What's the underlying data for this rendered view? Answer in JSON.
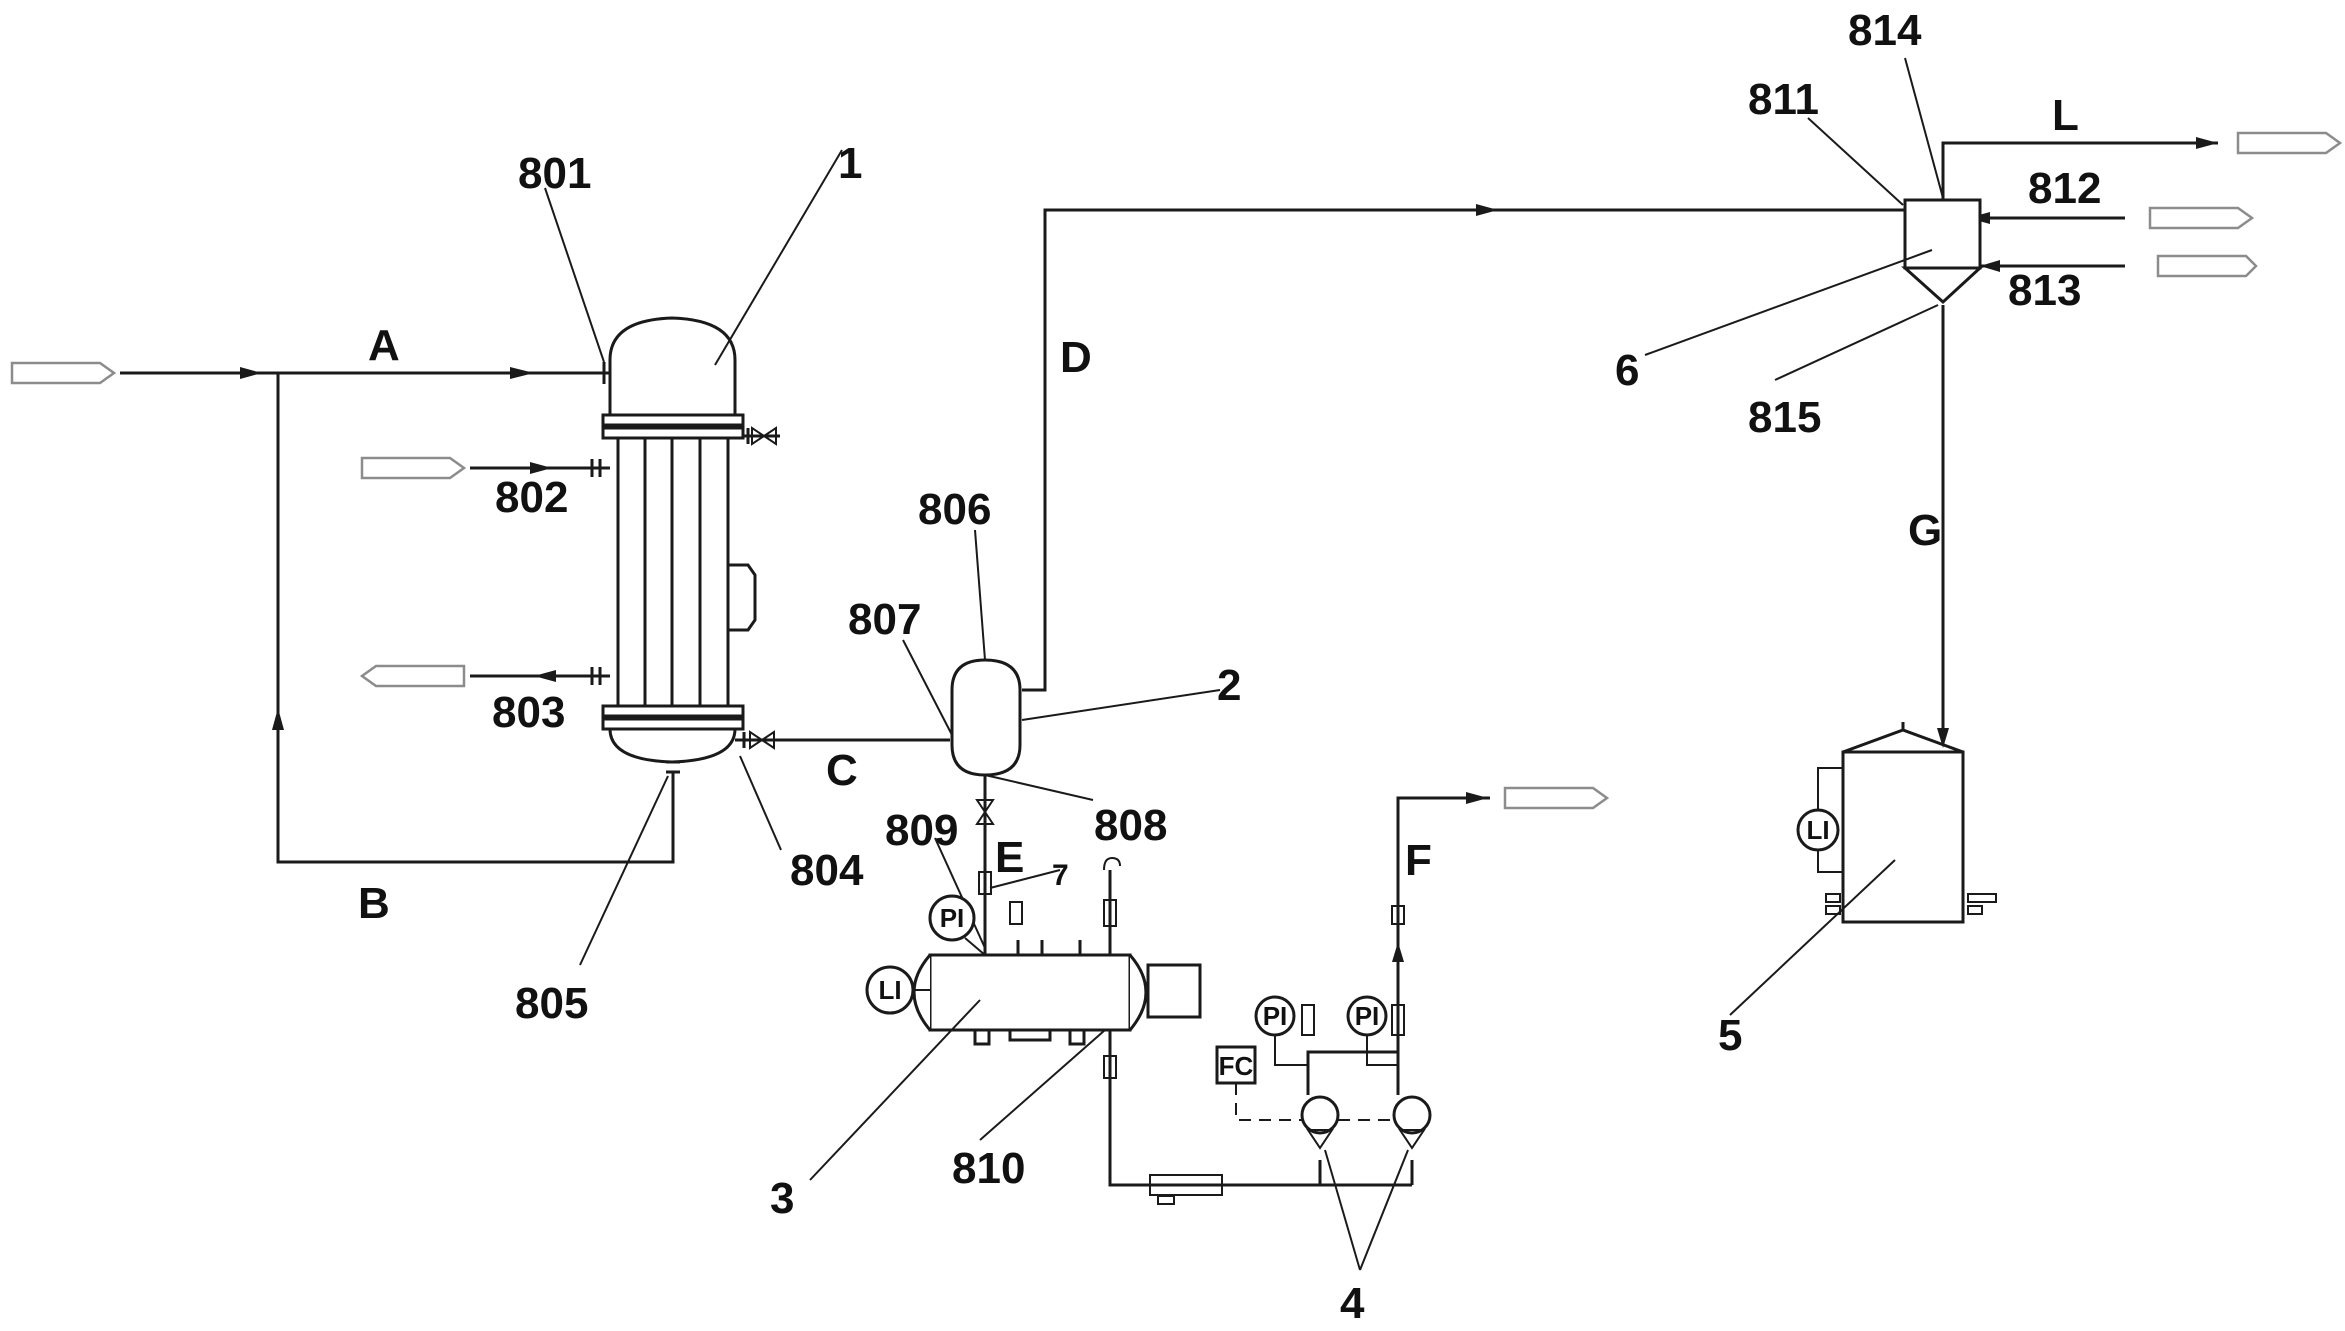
{
  "labels": {
    "n1": "1",
    "n2": "2",
    "n3": "3",
    "n4": "4",
    "n5": "5",
    "n6": "6",
    "n7": "7",
    "n801": "801",
    "n802": "802",
    "n803": "803",
    "n804": "804",
    "n805": "805",
    "n806": "806",
    "n807": "807",
    "n808": "808",
    "n809": "809",
    "n810": "810",
    "n811": "811",
    "n812": "812",
    "n813": "813",
    "n814": "814",
    "n815": "815"
  },
  "streams": {
    "a": "A",
    "b": "B",
    "c": "C",
    "d": "D",
    "e": "E",
    "f": "F",
    "g": "G",
    "l": "L"
  },
  "instruments": {
    "pi": "PI",
    "li": "LI",
    "fc": "FC"
  }
}
